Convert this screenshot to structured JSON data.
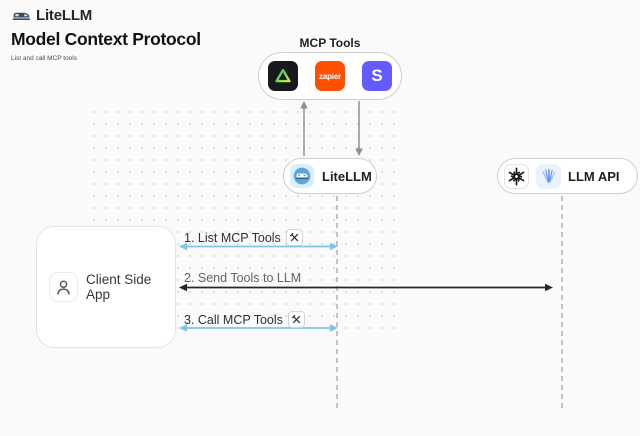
{
  "header": {
    "brand": "LiteLLM",
    "title": "Model Context Protocol",
    "subtitle": "List and call MCP tools"
  },
  "mcp": {
    "label": "MCP Tools",
    "tools": [
      {
        "name": "triangle-tool",
        "label": ""
      },
      {
        "name": "zapier",
        "label": "zapier"
      },
      {
        "name": "stripe",
        "label": "S"
      }
    ]
  },
  "nodes": {
    "litellm": {
      "label": "LiteLLM"
    },
    "llm_api": {
      "label": "LLM API"
    },
    "client": {
      "label": "Client Side App"
    }
  },
  "arrows": [
    {
      "step": "1. List MCP Tools",
      "style": "blue-double-headed",
      "has_tool_icon": true
    },
    {
      "step": "2. Send Tools to LLM",
      "style": "black-double-headed",
      "has_tool_icon": false
    },
    {
      "step": "3. Call MCP Tools",
      "style": "blue-double-headed",
      "has_tool_icon": true
    }
  ],
  "colors": {
    "background": "#fafafa",
    "blue_arrow": "#7cc5e8",
    "black_arrow": "#24282c",
    "dashed_line": "#b0b0b0",
    "zapier_orange": "#FF4F00",
    "stripe_purple": "#635BFF",
    "triangle_tile_bg": "#17191d",
    "triangle_green": "#35c75a",
    "litellm_blue": "#5aa7dd"
  }
}
